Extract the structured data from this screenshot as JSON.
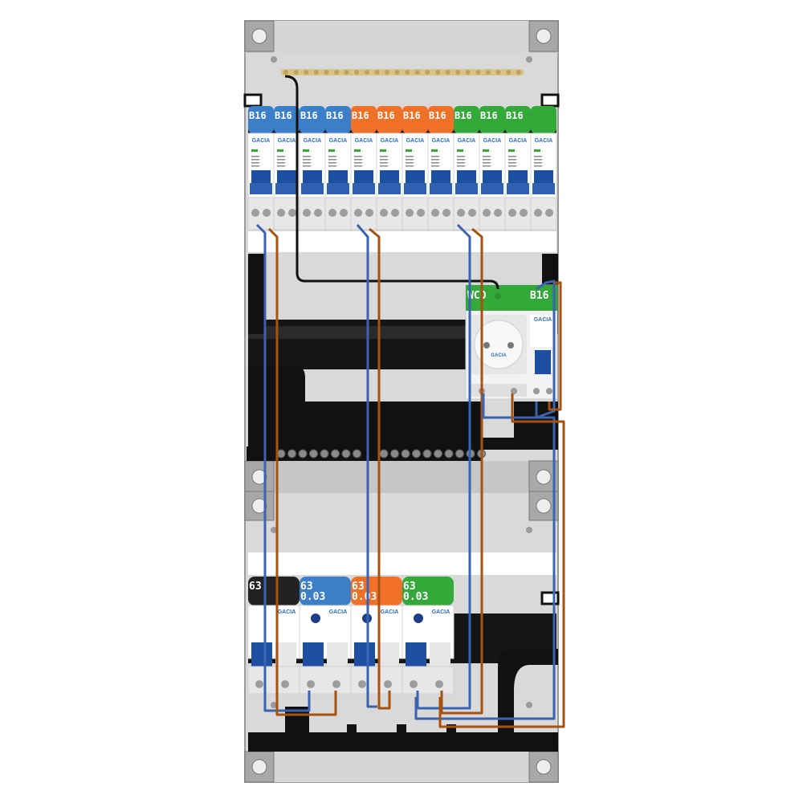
{
  "panel": {
    "name": "electrical-distribution-board"
  },
  "top_row_breakers": [
    {
      "rating": "B16",
      "color": "#3b7fc9"
    },
    {
      "rating": "B16",
      "color": "#3b7fc9"
    },
    {
      "rating": "B16",
      "color": "#3b7fc9"
    },
    {
      "rating": "B16",
      "color": "#3b7fc9"
    },
    {
      "rating": "B16",
      "color": "#f07028"
    },
    {
      "rating": "B16",
      "color": "#f07028"
    },
    {
      "rating": "B16",
      "color": "#f07028"
    },
    {
      "rating": "B16",
      "color": "#f07028"
    },
    {
      "rating": "B16",
      "color": "#33a93a"
    },
    {
      "rating": "B16",
      "color": "#33a93a"
    },
    {
      "rating": "B16",
      "color": "#33a93a"
    },
    {
      "rating": "",
      "color": "#33a93a"
    }
  ],
  "socket_group": {
    "socket_label": "WCD",
    "socket_brand": "GACIA",
    "breaker_rating": "B16",
    "color": "#33a93a"
  },
  "bottom_row": [
    {
      "rating": "63",
      "sensitivity": "",
      "color": "#222222"
    },
    {
      "rating": "63",
      "sensitivity": "0.03",
      "color": "#3b7fc9"
    },
    {
      "rating": "63",
      "sensitivity": "0.03",
      "color": "#f07028"
    },
    {
      "rating": "63",
      "sensitivity": "0.03",
      "color": "#33a93a"
    }
  ],
  "brand": "GACIA",
  "wire_colors": {
    "neutral": "#3a63b0",
    "phase": "#a8520f",
    "supply": "#111111"
  }
}
